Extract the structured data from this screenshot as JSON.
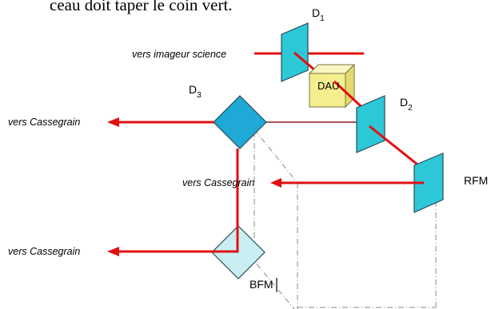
{
  "caption": "ceau doit taper le coin vert.",
  "colors": {
    "beam": "#e01010",
    "beam_thin": "#8b1a1a",
    "mirror": "#2cc8d8",
    "d3": "#1fa9d6",
    "bfm": "#c9eff3",
    "dau_front": "#f5ee8e",
    "dau_top": "#fbf7c4",
    "dau_side": "#e4da6e"
  },
  "components": {
    "d1": {
      "label": "D",
      "sub": "1"
    },
    "d2": {
      "label": "D",
      "sub": "2"
    },
    "d3": {
      "label": "D",
      "sub": "3"
    },
    "dau": {
      "label": "DAU"
    },
    "rfm": {
      "label": "RFM"
    },
    "bfm": {
      "label": "BFM"
    }
  },
  "outputs": {
    "science": "vers imageur science",
    "cassegrain_d3": "vers Cassegrain",
    "cassegrain_rfm": "vers Cassegrain",
    "cassegrain_bfm": "vers Cassegrain"
  }
}
